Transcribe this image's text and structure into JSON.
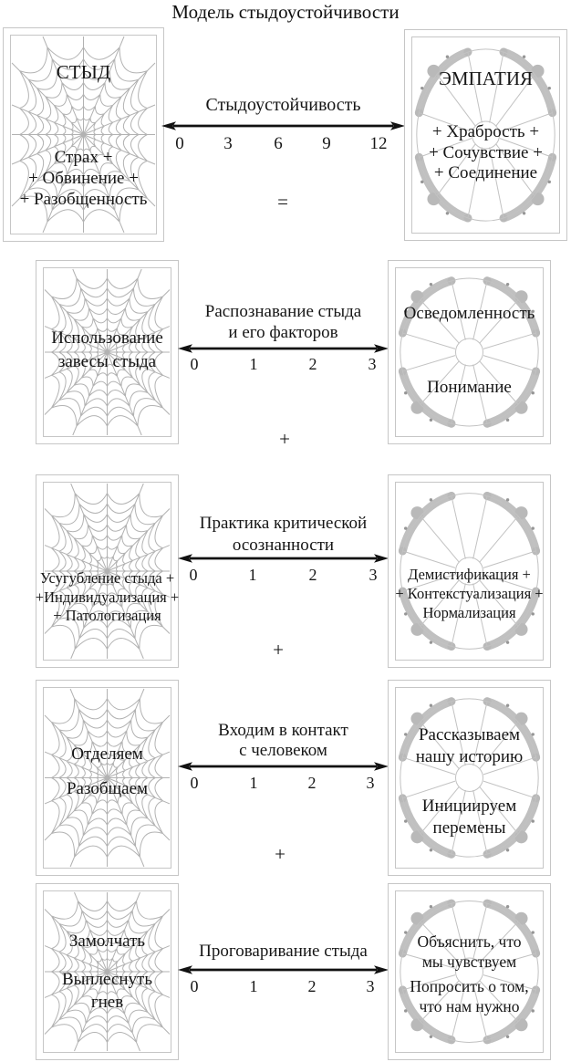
{
  "title": "Модель стыдоустойчивости",
  "colors": {
    "frame": "#c6c6c6",
    "web": "#b2b2b2",
    "wheel": "#c2c2c2",
    "ornament": "#b9b9b9",
    "ornament_dark": "#969696",
    "arrow": "#111111",
    "text": "#161616"
  },
  "rows": [
    {
      "left": {
        "title": "СТЫД",
        "lines": [
          "Страх +",
          "+ Обвинение +",
          "+ Разобщенность"
        ]
      },
      "scale": {
        "label1": "Стыдоустойчивость",
        "label2": "",
        "ticks": [
          "0",
          "3",
          "6",
          "9",
          "12"
        ]
      },
      "right": {
        "title": "ЭМПАТИЯ",
        "lines": [
          "+ Храбрость +",
          "+ Сочувствие +",
          "+ Соединение"
        ]
      },
      "operator": "="
    },
    {
      "left": {
        "lines": [
          "Использование",
          "завесы стыда"
        ]
      },
      "scale": {
        "label1": "Распознавание стыда",
        "label2": "и его факторов",
        "ticks": [
          "0",
          "1",
          "2",
          "3"
        ]
      },
      "right": {
        "lines": [
          "Осведомленность",
          "Понимание"
        ]
      },
      "operator": "+"
    },
    {
      "left": {
        "lines": [
          "Усугубление стыда +",
          "+Индивидуализация +",
          "+ Патологизация"
        ]
      },
      "scale": {
        "label1": "Практика критической",
        "label2": "осознанности",
        "ticks": [
          "0",
          "1",
          "2",
          "3"
        ]
      },
      "right": {
        "lines": [
          "Демистификация +",
          "+ Контекстуализация +",
          "Нормализация"
        ]
      },
      "operator": "+"
    },
    {
      "left": {
        "lines": [
          "Отделяем",
          "Разобщаем"
        ]
      },
      "scale": {
        "label1": "Входим в контакт",
        "label2": "с человеком",
        "ticks": [
          "0",
          "1",
          "2",
          "3"
        ]
      },
      "right": {
        "lines": [
          "Рассказываем",
          "нашу историю",
          "Инициируем",
          "перемены"
        ]
      },
      "operator": "+"
    },
    {
      "left": {
        "lines": [
          "Замолчать",
          "Выплеснуть",
          "гнев"
        ]
      },
      "scale": {
        "label1": "Проговаривание стыда",
        "label2": "",
        "ticks": [
          "0",
          "1",
          "2",
          "3"
        ]
      },
      "right": {
        "lines": [
          "Объяснить, что",
          "мы чувствуем",
          "Попросить о том,",
          "что нам нужно"
        ]
      },
      "operator": ""
    }
  ]
}
